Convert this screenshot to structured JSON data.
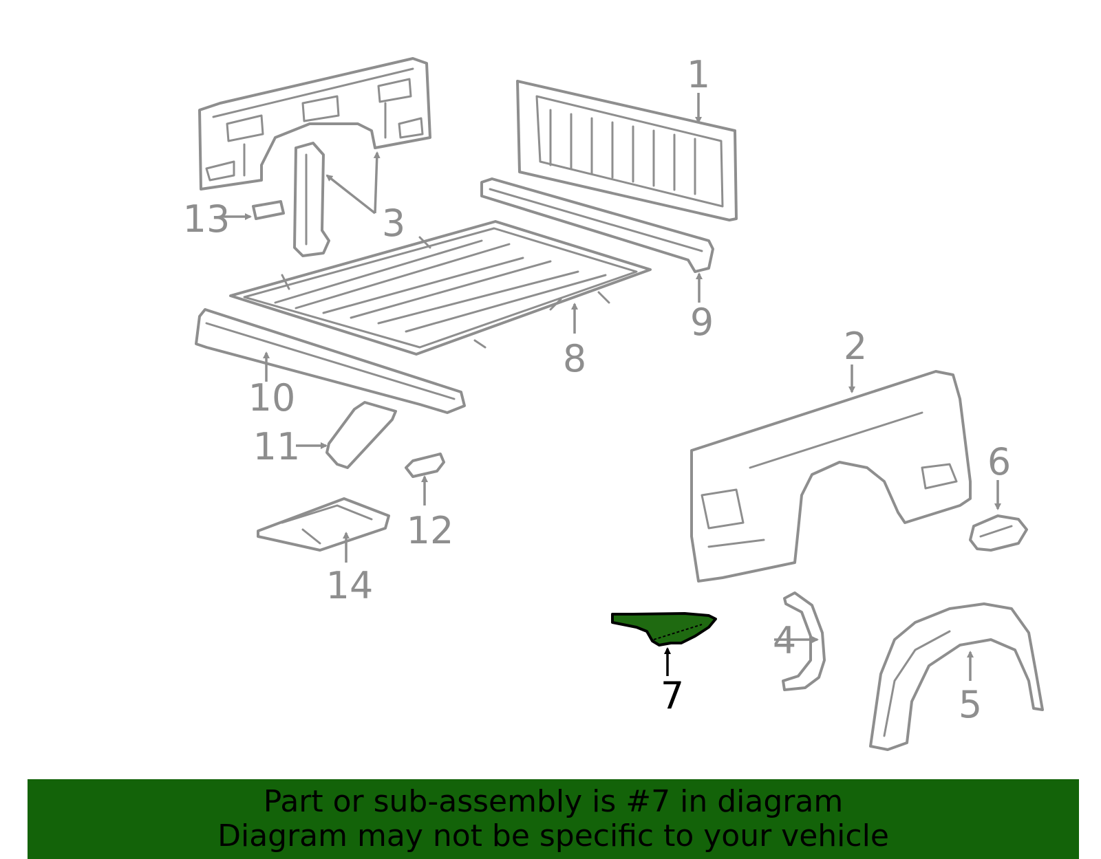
{
  "callouts": {
    "c1": "1",
    "c2": "2",
    "c3": "3",
    "c4": "4",
    "c5": "5",
    "c6": "6",
    "c7": "7",
    "c8": "8",
    "c9": "9",
    "c10": "10",
    "c11": "11",
    "c12": "12",
    "c13": "13",
    "c14": "14"
  },
  "banner": {
    "line1": "Part or sub-assembly is #7 in diagram",
    "line2": "Diagram may not be specific to your vehicle"
  },
  "colors": {
    "highlight_part": "#1f6a11",
    "banner_bg": "#136309",
    "line_gray": "#8e8e8e"
  }
}
